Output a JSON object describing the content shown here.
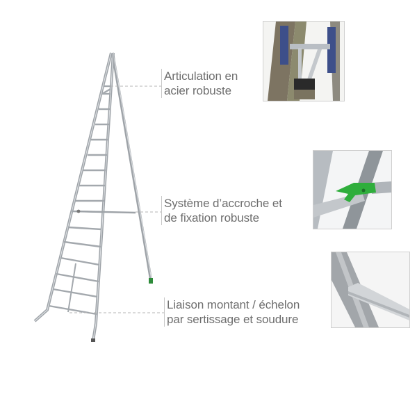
{
  "product": {
    "name": "tripod-orchard-ladder",
    "material_color": "#a9adb2",
    "foot_color": "#2e8b3a"
  },
  "callouts": [
    {
      "id": "articulation",
      "line1": "Articulation en",
      "line2": "acier robuste",
      "photo": "steel-hinge-detail"
    },
    {
      "id": "accroche",
      "line1": "Système d’accroche et",
      "line2": "de fixation robuste",
      "photo": "green-hook-clip-detail"
    },
    {
      "id": "liaison",
      "line1": "Liaison montant / échelon",
      "line2": "par sertissage et soudure",
      "photo": "crimped-rung-joint-detail"
    }
  ],
  "colors": {
    "text": "#6e6e6e",
    "leader_line": "#b5b5b5",
    "photo_border": "#cfcfcf",
    "clip_green": "#2fae3c"
  }
}
